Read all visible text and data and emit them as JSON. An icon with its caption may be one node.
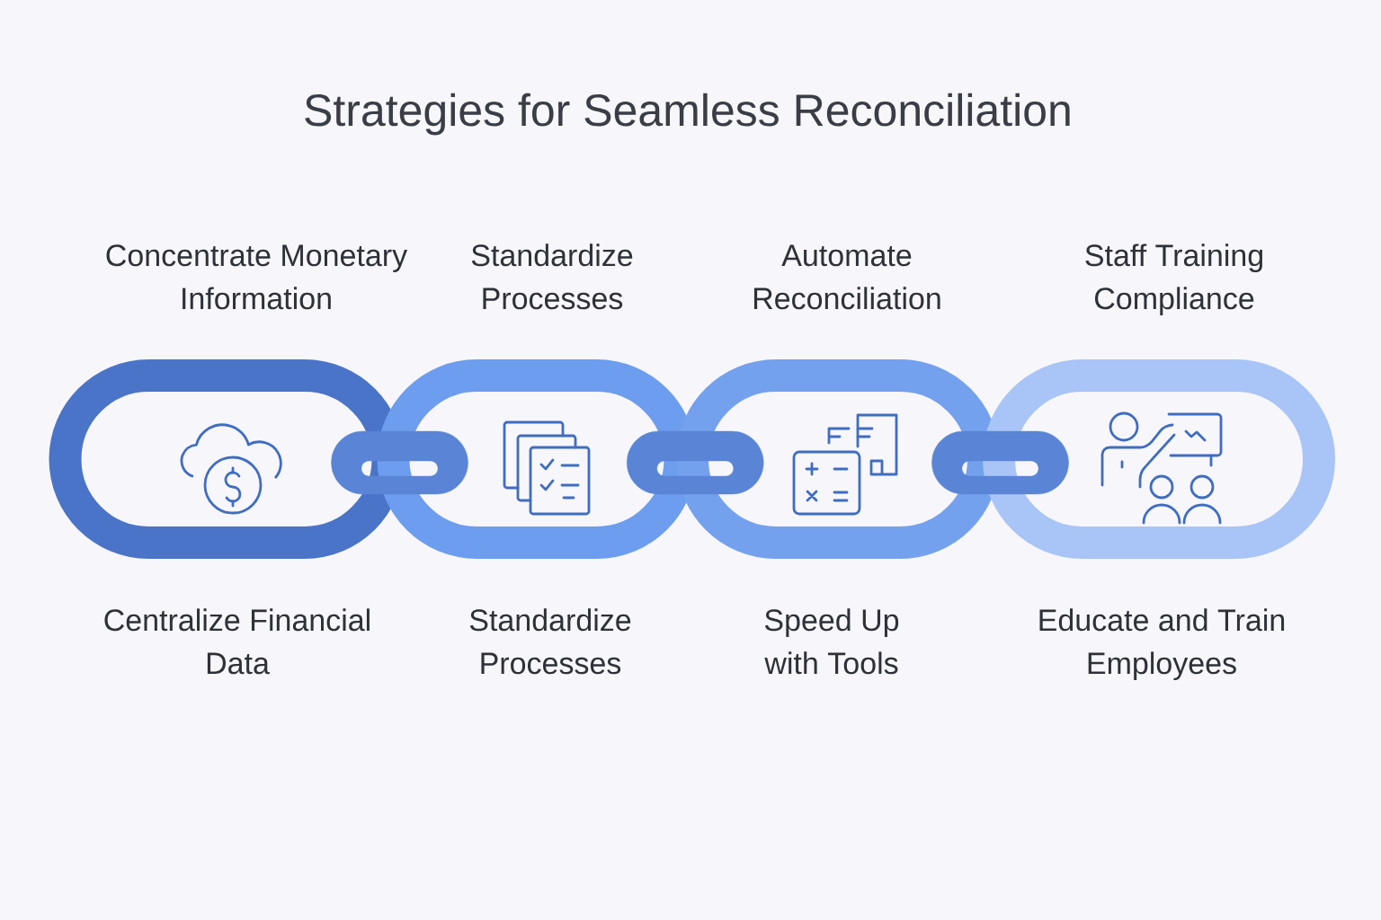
{
  "diagram": {
    "title": "Strategies for Seamless Reconciliation",
    "nodes": [
      {
        "text": [
          "Concentrate Monetary Information"
        ],
        "beside": [
          "Centralize Financial Data"
        ]
      },
      {
        "text": [
          "Standardize Processes"
        ],
        "beside": [
          "Standardize Processes"
        ]
      },
      {
        "text": [
          "Automate Reconciliation"
        ],
        "beside": [
          "Speed Up with Tools"
        ]
      },
      {
        "text": [
          "Staff Training Compliance"
        ],
        "beside": [
          "Educate and Train Employees"
        ]
      }
    ],
    "edges": [
      {
        "from": 0,
        "to": 1,
        "arrow": "none"
      },
      {
        "from": 1,
        "to": 2,
        "arrow": "none"
      },
      {
        "from": 2,
        "to": 3,
        "arrow": "none"
      }
    ]
  }
}
